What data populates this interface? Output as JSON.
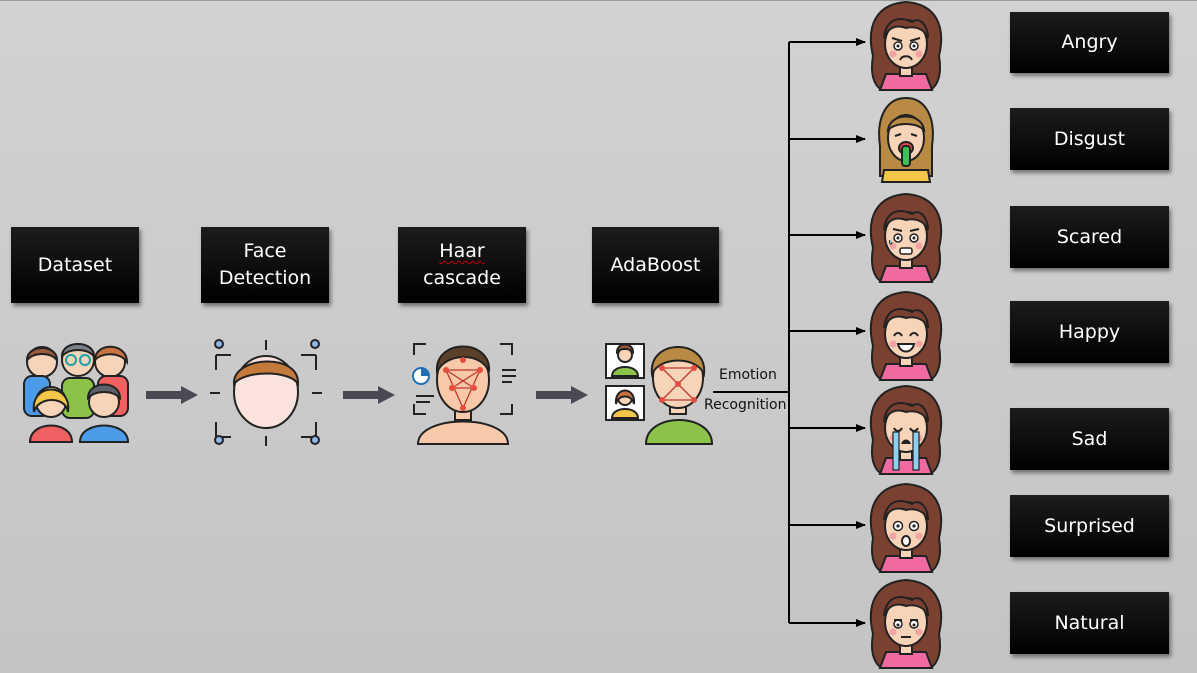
{
  "pipeline": {
    "stages": [
      {
        "line1": "Dataset",
        "line2": ""
      },
      {
        "line1": "Face",
        "line2": "Detection"
      },
      {
        "line1": "Haar",
        "line2": "cascade"
      },
      {
        "line1": "AdaBoost",
        "line2": ""
      }
    ],
    "connector_label": {
      "line1": "Emotion",
      "line2": "Recognition"
    }
  },
  "emotions": [
    "Angry",
    "Disgust",
    "Scared",
    "Happy",
    "Sad",
    "Surprised",
    "Natural"
  ],
  "icons": {
    "dataset": "group-of-people-icon",
    "face_detection": "face-detection-frame-icon",
    "haar": "face-landmark-mesh-icon",
    "adaboost": "face-recognition-profiles-icon",
    "emotion_faces": [
      "angry-face-icon",
      "disgusted-face-icon",
      "scared-face-icon",
      "happy-face-icon",
      "crying-face-icon",
      "surprised-face-icon",
      "neutral-face-icon"
    ]
  },
  "colors": {
    "background": "#c8c8c8",
    "box": "#000000",
    "box_text": "#ffffff",
    "arrow": "#4a4a55",
    "hair_emotion": "#7a4030",
    "shirt_emotion": "#f06aa0",
    "skin": "#f7d3b8"
  }
}
